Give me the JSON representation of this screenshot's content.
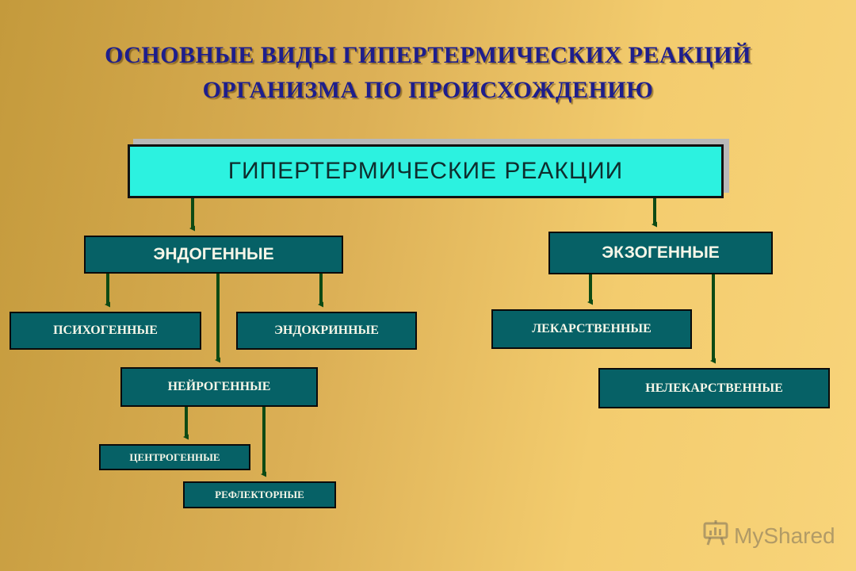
{
  "title": {
    "line1": "ОСНОВНЫЕ ВИДЫ ГИПЕРТЕРМИЧЕСКИХ РЕАКЦИЙ",
    "line2": "ОРГАНИЗМА ПО ПРОИСХОЖДЕНИЮ"
  },
  "nodes": {
    "root": "ГИПЕРТЕРМИЧЕСКИЕ РЕАКЦИИ",
    "endogenous": "ЭНДОГЕННЫЕ",
    "exogenous": "ЭКЗОГЕННЫЕ",
    "psychogenic": "ПСИХОГЕННЫЕ",
    "endocrine": "ЭНДОКРИННЫЕ",
    "neurogenic": "НЕЙРОГЕННЫЕ",
    "centrogenic": "ЦЕНТРОГЕННЫЕ",
    "reflex": "РЕФЛЕКТОРНЫЕ",
    "medicinal": "ЛЕКАРСТВЕННЫЕ",
    "nonmedicinal": "НЕЛЕКАРСТВЕННЫЕ"
  },
  "colors": {
    "title": "#1e1e8c",
    "root_fill": "#2cf2e0",
    "node_fill": "#066166",
    "arrow": "#0d4a14"
  },
  "watermark": {
    "text": "MyShared",
    "icon": "presentation-board-icon"
  }
}
